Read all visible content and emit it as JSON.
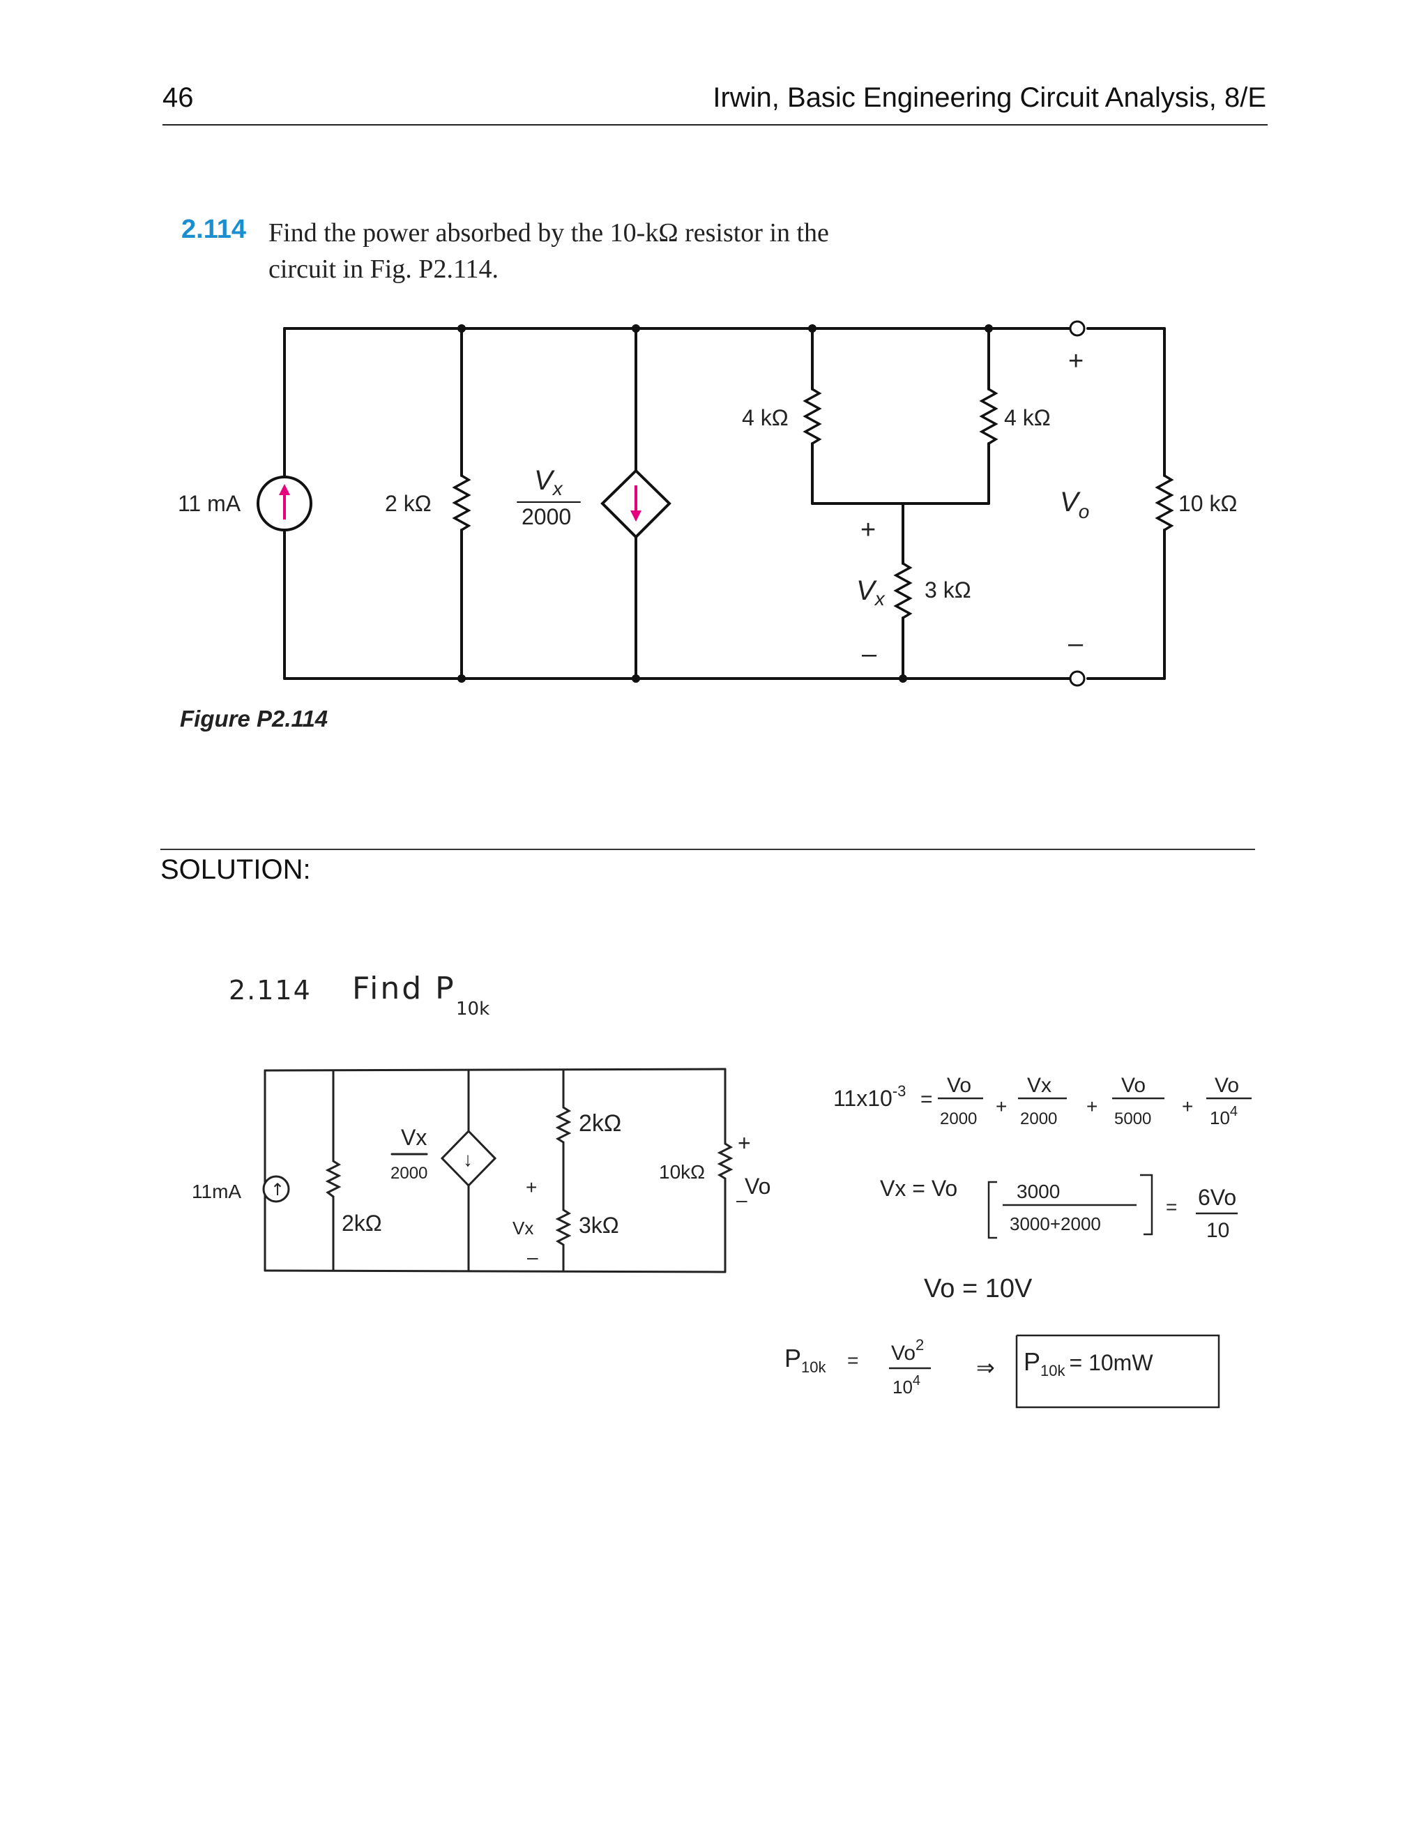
{
  "header": {
    "page_number": "46",
    "book_title": "Irwin, Basic Engineering Circuit Analysis, 8/E"
  },
  "problem": {
    "number": "2.114",
    "text_line1": "Find the power absorbed by the 10-kΩ resistor in the",
    "text_line2": "circuit in Fig. P2.114."
  },
  "figure": {
    "caption": "Figure P2.114",
    "labels": {
      "source": "11 mA",
      "r_2k": "2 kΩ",
      "dep_numerator": "V",
      "dep_numerator_sub": "x",
      "dep_denominator": "2000",
      "r_4k_left": "4 kΩ",
      "r_4k_right": "4 kΩ",
      "r_3k": "3 kΩ",
      "vx_plus": "+",
      "vx": "V",
      "vx_sub": "x",
      "vx_minus": "–",
      "vo_plus": "+",
      "vo": "V",
      "vo_sub": "o",
      "vo_minus": "–",
      "r_10k": "10 kΩ"
    },
    "colors": {
      "wire": "#111111",
      "arrow": "#e6007e"
    }
  },
  "solution": {
    "label": "SOLUTION:",
    "handwritten": {
      "problem_number": "2.114",
      "find_text": "Find P",
      "find_sub": "10k",
      "sketch": {
        "source": "11mA",
        "r_2k_left": "2kΩ",
        "dep_num": "Vx",
        "dep_den": "2000",
        "vx_plus": "+",
        "vx": "Vx",
        "vx_minus": "–",
        "r_2k_top": "2kΩ",
        "r_3k": "3kΩ",
        "r_10k": "10kΩ",
        "vo_plus": "+",
        "vo": "Vo",
        "vo_minus": "–"
      },
      "eq1": {
        "lhs": "11x10",
        "lhs_exp": "-3",
        "eq": "=",
        "t1_num": "Vo",
        "t1_den": "2000",
        "t2_num": "Vx",
        "t2_den": "2000",
        "t3_num": "Vo",
        "t3_den": "5000",
        "t4_num": "Vo",
        "t4_den": "10",
        "t4_den_exp": "4",
        "plus": "+"
      },
      "eq2": {
        "lhs": "Vx = Vo",
        "num": "3000",
        "den": "3000+2000",
        "eq": "=",
        "r_num": "6Vo",
        "r_den": "10"
      },
      "eq3": {
        "text": "Vo = 10V"
      },
      "eq4": {
        "lhs": "P",
        "lhs_sub": "10k",
        "eq": "=",
        "num": "Vo",
        "num_exp": "2",
        "den": "10",
        "den_exp": "4",
        "arrow": "⇒"
      },
      "answer": {
        "p": "P",
        "p_sub": "10k",
        "value": "= 10mW"
      }
    }
  }
}
